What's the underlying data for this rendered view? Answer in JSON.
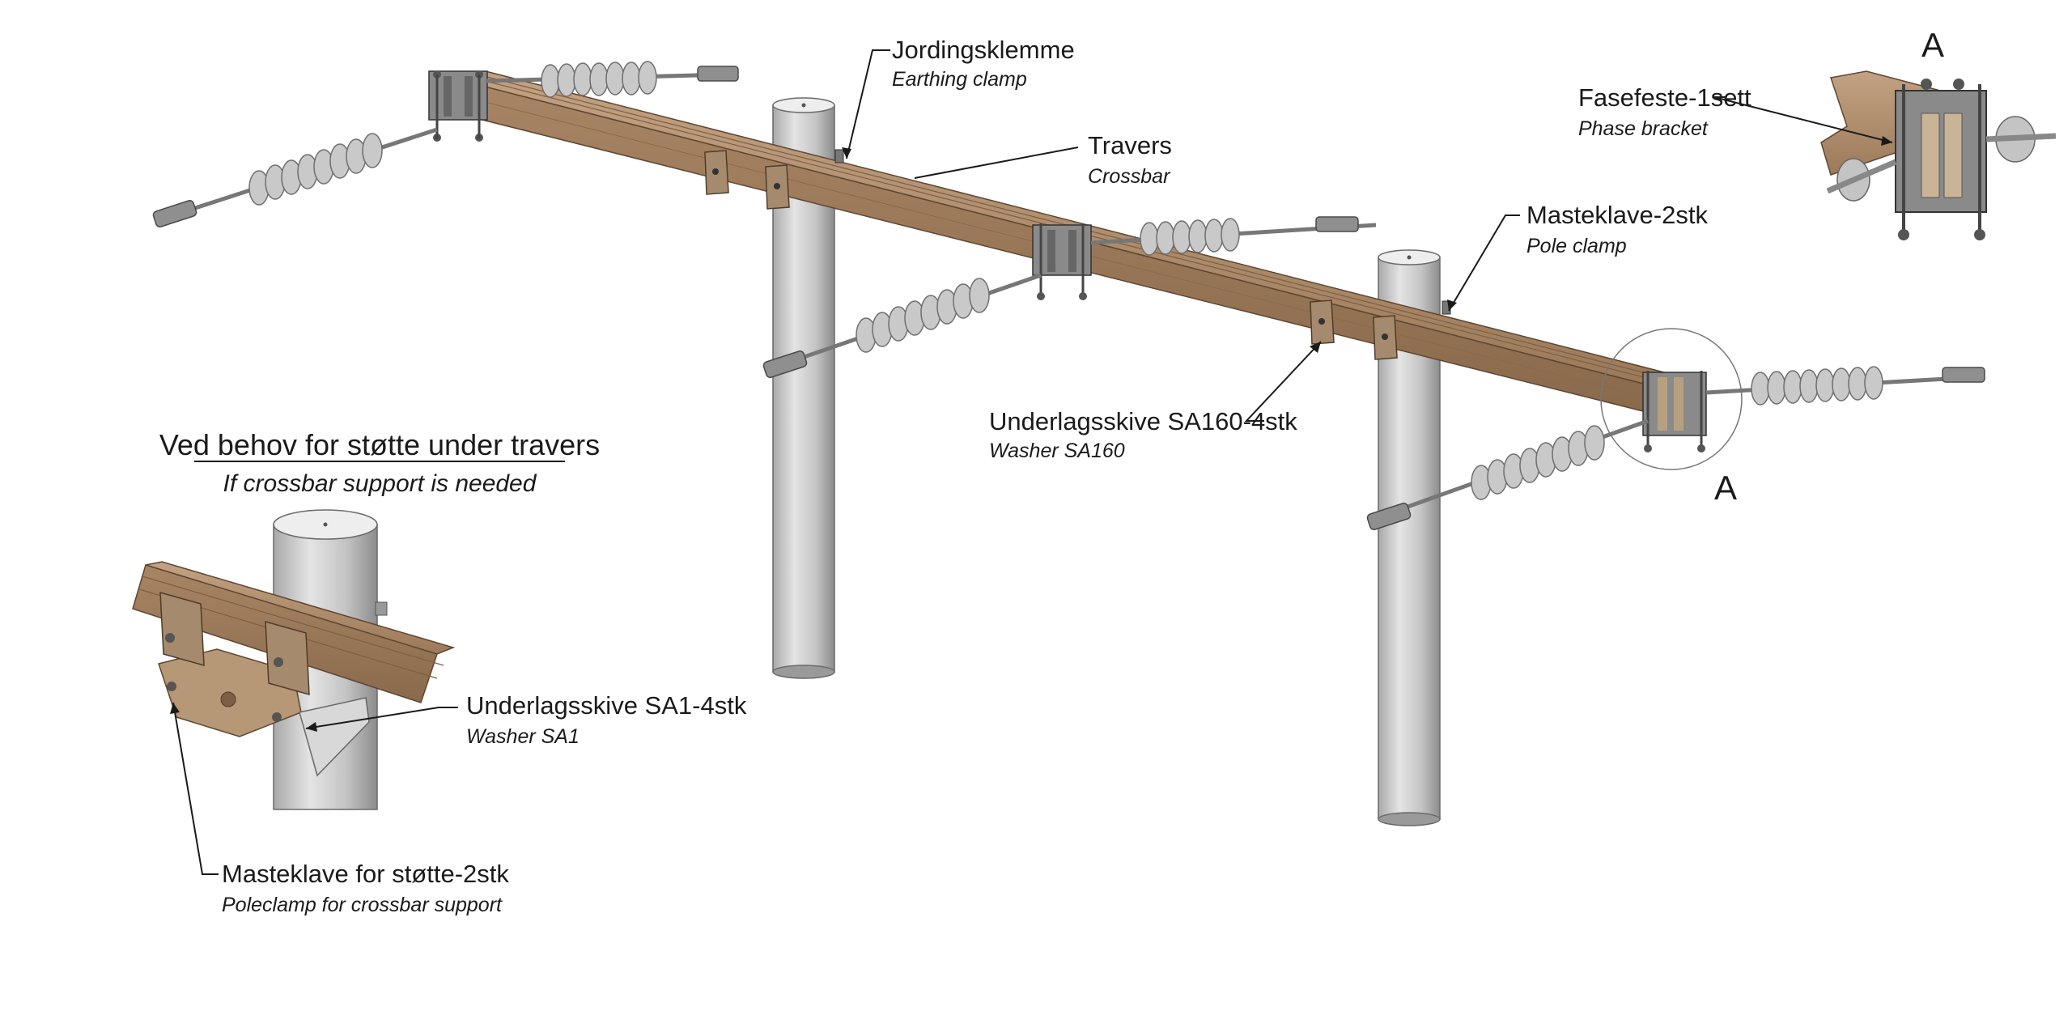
{
  "labels": {
    "earthing_clamp": {
      "no": "Jordingsklemme",
      "en": "Earthing clamp"
    },
    "crossbar": {
      "no": "Travers",
      "en": "Crossbar"
    },
    "pole_clamp": {
      "no": "Masteklave-2stk",
      "en": "Pole clamp"
    },
    "phase_bracket": {
      "no": "Fasefeste-1sett",
      "en": "Phase bracket"
    },
    "washer_sa160": {
      "no": "Underlagsskive SA160-4stk",
      "en": "Washer SA160"
    },
    "washer_sa1": {
      "no": "Underlagsskive SA1-4stk",
      "en": "Washer SA1"
    },
    "support_clamp": {
      "no": "Masteklave for støtte-2stk",
      "en": "Poleclamp for crossbar support"
    }
  },
  "support_section": {
    "title": "Ved behov for støtte under travers",
    "subtitle": "If crossbar support is needed"
  },
  "detail_marker": "A",
  "colors": {
    "wood": "#a78463",
    "wood_dark": "#7d5f43",
    "pole": "#cfcfcf",
    "insulator": "#c9c9c9",
    "metal": "#8f8f8f"
  }
}
